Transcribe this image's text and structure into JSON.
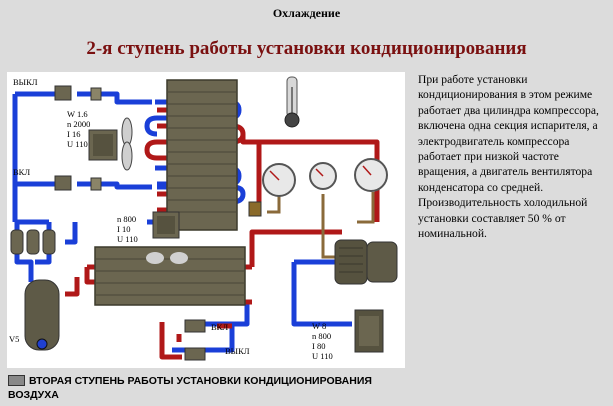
{
  "header": "Охлаждение",
  "title": "2-я ступень работы установки кондиционирования",
  "description": "При работе установки кондиционирования в этом режиме работает два цилиндра компрессора, включена одна секция испарителя, а электродвигатель компрессора работает при низкой частоте вращения, а двигатель вентилятора конденсатора со средней. Производительность холодильной установки составляет 50 % от номинальной.",
  "caption": "ВТОРАЯ СТУПЕНЬ РАБОТЫ УСТАНОВКИ КОНДИЦИОНИРОВАНИЯ ВОЗДУХА",
  "diagram": {
    "valve_top_label": "ВЫКЛ",
    "valve_mid_label": "ВКЛ",
    "valve_bottom1_label": "ВКЛ",
    "valve_bottom2_label": "ВЫКЛ",
    "receiver_label": "V5",
    "fan_motor_params": [
      "W 1.6",
      "n  2000",
      "I   16",
      "U  110"
    ],
    "compressor_motor_params": [
      "n  800",
      "I   10",
      "U  110"
    ],
    "condenser_motor_params": [
      "W 8",
      "n  800",
      "I   80",
      "U  110"
    ]
  },
  "colors": {
    "hot_line": "#b01818",
    "cold_line": "#1a3fd8",
    "title": "#7a1010",
    "device": "#6b6650"
  }
}
